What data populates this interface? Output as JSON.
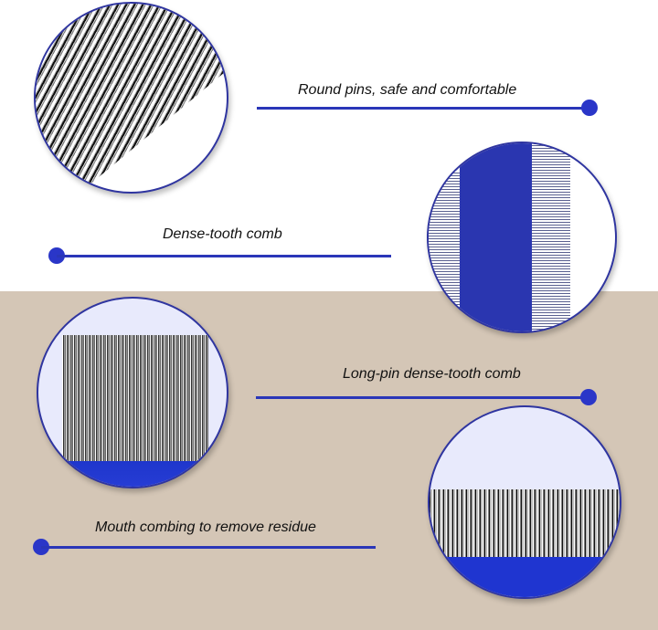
{
  "features": [
    {
      "label": "Round pins, safe and comfortable",
      "image": "diagonal-round-pins"
    },
    {
      "label": "Dense-tooth comb",
      "image": "blue-comb-horizontal-teeth"
    },
    {
      "label": "Long-pin dense-tooth comb",
      "image": "long-pin-comb"
    },
    {
      "label": "Mouth combing to remove residue",
      "image": "mouth-comb"
    }
  ],
  "colors": {
    "accent": "#2a36c8",
    "background_top": "#ffffff",
    "background_bottom": "#d4c6b6"
  }
}
